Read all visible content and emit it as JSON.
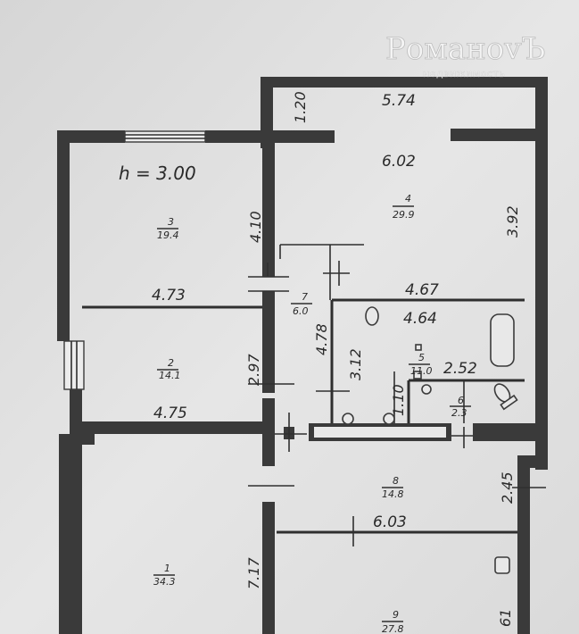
{
  "watermark": {
    "brand": "РоманovЪ",
    "subtitle": "недвижимость"
  },
  "plan": {
    "ceiling_height": "h = 3.00",
    "rooms": [
      {
        "id": "1",
        "number": "1",
        "area": "34.3"
      },
      {
        "id": "2",
        "number": "2",
        "area": "14.1"
      },
      {
        "id": "3",
        "number": "3",
        "area": "19.4"
      },
      {
        "id": "4",
        "number": "4",
        "area": "29.9"
      },
      {
        "id": "5",
        "number": "5",
        "area": "11.0"
      },
      {
        "id": "6",
        "number": "6",
        "area": "2.3"
      },
      {
        "id": "7",
        "number": "7",
        "area": "6.0"
      },
      {
        "id": "8",
        "number": "8",
        "area": "14.8"
      },
      {
        "id": "9",
        "number": "9",
        "area": "27.8"
      }
    ],
    "dimensions": {
      "d_1_20": "1.20",
      "d_5_74": "5.74",
      "d_6_02": "6.02",
      "d_4_10": "4.10",
      "d_3_92": "3.92",
      "d_4_73": "4.73",
      "d_4_67": "4.67",
      "d_4_64": "4.64",
      "d_4_78": "4.78",
      "d_3_12": "3.12",
      "d_2_97": "2.97",
      "d_2_52": "2.52",
      "d_1_10": "1.10",
      "d_4_75": "4.75",
      "d_2_45": "2.45",
      "d_6_03": "6.03",
      "d_7_17": "7.17",
      "d_61": "61"
    }
  }
}
